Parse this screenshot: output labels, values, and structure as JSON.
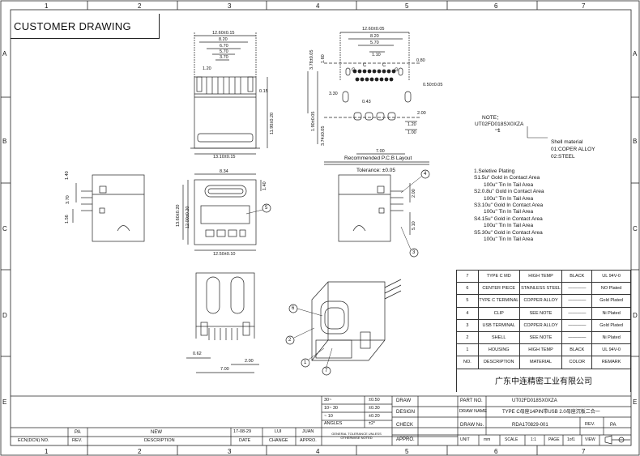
{
  "zones": {
    "columns": [
      "1",
      "2",
      "3",
      "4",
      "5",
      "6",
      "7"
    ],
    "rows": [
      "A",
      "B",
      "C",
      "D",
      "E"
    ]
  },
  "title": "CUSTOMER DRAWING",
  "dims": {
    "top": [
      "12.60±0.15",
      "8.20",
      "6.70",
      "5.70",
      "3.70",
      "1.20",
      "0.15",
      "11.90±0.20",
      "13.10±0.15"
    ],
    "pcb": [
      "12.60±0.05",
      "8.20",
      "5.70",
      "1.10",
      "3.78±0.05",
      "1.60",
      "0.80",
      "0.50±0.05",
      "3.30",
      "0.43",
      "1.90±0.05",
      "3.74±0.05",
      "1.20",
      "1.00",
      "2.00",
      "7.00"
    ],
    "pcb_caption": "Recommended P.C.B Layout",
    "tolerance": "Tolerance: ±0.05",
    "side_left": [
      "1.40",
      "3.70",
      "1.56"
    ],
    "front": [
      "8.34",
      "1.40",
      "13.60±0.20",
      "12.00±0.20",
      "12.50±0.10"
    ],
    "side_right": [
      "2.00",
      "5.10"
    ],
    "bottom_view": [
      "0.62",
      "2.00",
      "7.00"
    ]
  },
  "callouts": [
    "1",
    "2",
    "3",
    "4",
    "5",
    "6",
    "7"
  ],
  "pcb_letters": [
    "G",
    "C",
    "C",
    "G"
  ],
  "note": {
    "label": "NOTE：",
    "part": "UT02FD018SX0XZA",
    "sub": "1",
    "shell_lines": [
      "Shell material",
      "01:COPER ALLOY",
      "02:STEEL"
    ]
  },
  "plating": {
    "title": "1.Seletive Plating",
    "lines": [
      "S1.5u\" Gold in Contact Area",
      "100u\" Tin  In Tail Area",
      "S2.0.8u\" Gold in Contact Area",
      "100u\" Tin  In Tail Area",
      "S3.10u\" Gold In Contact Area",
      "100u\" Tin  In Tail Area",
      "S4.15u\" Gold in Contact Area",
      "100u\" Tin  In Tail Area",
      "S5.30u\" Gold in Contact Area",
      "100u\" Tin  In Tail Area"
    ]
  },
  "bom": {
    "rows": [
      {
        "no": "7",
        "desc": "TYPE C MD",
        "mat": "HIGH TEMP",
        "color": "BLACK",
        "remark": "UL 94V-0"
      },
      {
        "no": "6",
        "desc": "CENTER PIECE",
        "mat": "STAINLESS STEEL",
        "color": "————",
        "remark": "NO Plated"
      },
      {
        "no": "5",
        "desc": "TYPE C TERMINAL",
        "mat": "COPPER ALLOY",
        "color": "————",
        "remark": "Gold Plated"
      },
      {
        "no": "4",
        "desc": "CLIP",
        "mat": "SEE NOTE",
        "color": "————",
        "remark": "Ni Plated"
      },
      {
        "no": "3",
        "desc": "USB TERMINAL",
        "mat": "COPPER ALLOY",
        "color": "————",
        "remark": "Gold Plated"
      },
      {
        "no": "2",
        "desc": "SHELL",
        "mat": "SEE NOTE",
        "color": "————",
        "remark": "Ni Plated"
      },
      {
        "no": "1",
        "desc": "HOUSING",
        "mat": "HIGH TEMP",
        "color": "BLACK",
        "remark": "UL 94V-0"
      }
    ],
    "header": {
      "no": "NO.",
      "desc": "DESCRIPTION",
      "mat": "MATERIAL",
      "color": "COLOR",
      "remark": "REMARK"
    },
    "company": "广东中连精密工业有限公司"
  },
  "titleblock": {
    "tol": [
      {
        "range": "30~",
        "val": "±0.50"
      },
      {
        "range": "10~ 30",
        "val": "±0.30"
      },
      {
        "range": "~ 10",
        "val": "±0.20"
      },
      {
        "range": "ANGLES",
        "val": "±2°"
      }
    ],
    "tol_note": "GENERAL TOLERANCE UNLESS OTHERWISE NOTED",
    "draw": "DRAW",
    "design": "DESIGN",
    "check": "CHECK",
    "appro": "APPRO.",
    "part_no_label": "PART NO.",
    "part_no": "UT02FD018SX0XZA",
    "draw_name_label": "DRAW NAME",
    "draw_name": "TYPE C母座14PIN带USB 2.0母座沉板二合一",
    "draw_no_label": "DRAW No.",
    "draw_no": "RDA170829-001",
    "rev_label": "REV.",
    "rev": "PA",
    "unit_label": "UNIT",
    "unit": "mm",
    "scale_label": "SCALE",
    "scale": "1:1",
    "page_label": "PAGE",
    "page": "1of1",
    "view_label": "VIEW",
    "rev_row": {
      "rev": "PA",
      "desc": "NEW",
      "date": "17-08-29",
      "change": "LUI",
      "appro": "JUAN"
    },
    "rev_head": {
      "ecn": "ECN(DCN) NO.",
      "rev": "REV.",
      "desc": "DESCRIPTION",
      "date": "DATE",
      "change": "CHANGE",
      "appro": "APPRO."
    }
  }
}
